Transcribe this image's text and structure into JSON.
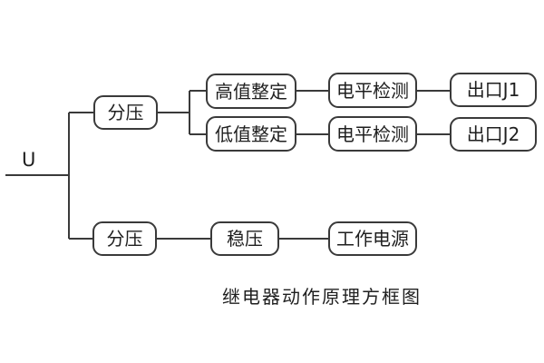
{
  "diagram": {
    "input_label": "U",
    "caption": "继电器动作原理方框图",
    "nodes": {
      "fenya_top": {
        "label": "分压"
      },
      "gaozhi": {
        "label": "高值整定"
      },
      "dizhi": {
        "label": "低值整定"
      },
      "dianping1": {
        "label": "电平检测"
      },
      "dianping2": {
        "label": "电平检测"
      },
      "chukou1": {
        "label": "出口J1"
      },
      "chukou2": {
        "label": "出口J2"
      },
      "fenya_bottom": {
        "label": "分压"
      },
      "wenya": {
        "label": "稳压"
      },
      "gongzuo": {
        "label": "工作电源"
      }
    },
    "colors": {
      "line": "#3a3a3a",
      "text": "#1f1f1f",
      "background": "#ffffff"
    }
  }
}
